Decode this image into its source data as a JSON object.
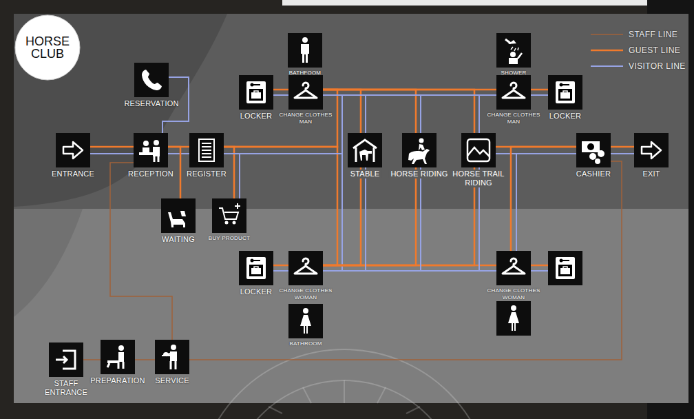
{
  "diagram": {
    "nodes": [
      {
        "text": [
          "HORSE CLUB"
        ]
      },
      {
        "text": [
          "BATHFOOM"
        ]
      },
      {
        "text": [
          "SHOWER"
        ]
      },
      {
        "text": [
          "RESERVATION"
        ]
      },
      {
        "text": [
          "LOCKER"
        ]
      },
      {
        "text": [
          "CHANGE CLOTHES MAN"
        ]
      },
      {
        "text": [
          "CHANGE CLOTHES MAN"
        ]
      },
      {
        "text": [
          "LOCKER"
        ]
      },
      {
        "text": [
          "ENTRANCE"
        ]
      },
      {
        "text": [
          "RECEPTION"
        ]
      },
      {
        "text": [
          "REGISTER"
        ]
      },
      {
        "text": [
          "STABLE"
        ]
      },
      {
        "text": [
          "HORSE RIDING"
        ]
      },
      {
        "text": [
          "HORSE TRAIL RIDING"
        ]
      },
      {
        "text": [
          "CASHIER"
        ]
      },
      {
        "text": [
          "EXIT"
        ]
      },
      {
        "text": [
          "WAITING"
        ]
      },
      {
        "text": [
          "BUY PRODUCT"
        ]
      },
      {
        "text": [
          "LOCKER"
        ]
      },
      {
        "text": [
          "CHANGE CLOTHES WOMAN"
        ]
      },
      {
        "text": [
          "CHANGE CLOTHES WOMAN"
        ]
      },
      {
        "text": [
          "BATHROOM"
        ]
      },
      {
        "text": [
          "STAFF ENTRANCE"
        ]
      },
      {
        "text": [
          "PREPARATION"
        ]
      },
      {
        "text": [
          "SERVICE"
        ]
      }
    ],
    "edges": [
      {
        "from": 8,
        "to": 9,
        "arrow": "none"
      },
      {
        "from": 8,
        "to": 9,
        "arrow": "none"
      },
      {
        "from": 3,
        "to": 9,
        "arrow": "none"
      },
      {
        "from": 9,
        "to": 10,
        "arrow": "none"
      },
      {
        "from": 9,
        "to": 10,
        "arrow": "none"
      },
      {
        "from": 9,
        "to": 16,
        "arrow": "none"
      },
      {
        "from": 10,
        "to": 17,
        "arrow": "none"
      },
      {
        "from": 10,
        "to": 17,
        "arrow": "none"
      },
      {
        "from": 10,
        "to": 5,
        "arrow": "none"
      },
      {
        "from": 10,
        "to": 5,
        "arrow": "none"
      },
      {
        "from": 10,
        "to": 19,
        "arrow": "none"
      },
      {
        "from": 10,
        "to": 19,
        "arrow": "none"
      },
      {
        "from": 5,
        "to": 4,
        "arrow": "none"
      },
      {
        "from": 5,
        "to": 4,
        "arrow": "none"
      },
      {
        "from": 19,
        "to": 18,
        "arrow": "none"
      },
      {
        "from": 19,
        "to": 18,
        "arrow": "none"
      },
      {
        "from": 5,
        "to": 11,
        "arrow": "none"
      },
      {
        "from": 5,
        "to": 12,
        "arrow": "none"
      },
      {
        "from": 5,
        "to": 13,
        "arrow": "none"
      },
      {
        "from": 5,
        "to": 6,
        "arrow": "none"
      },
      {
        "from": 5,
        "to": 11,
        "arrow": "none"
      },
      {
        "from": 5,
        "to": 12,
        "arrow": "none"
      },
      {
        "from": 5,
        "to": 13,
        "arrow": "none"
      },
      {
        "from": 5,
        "to": 6,
        "arrow": "none"
      },
      {
        "from": 19,
        "to": 11,
        "arrow": "none"
      },
      {
        "from": 19,
        "to": 12,
        "arrow": "none"
      },
      {
        "from": 19,
        "to": 13,
        "arrow": "none"
      },
      {
        "from": 19,
        "to": 20,
        "arrow": "none"
      },
      {
        "from": 19,
        "to": 11,
        "arrow": "none"
      },
      {
        "from": 19,
        "to": 12,
        "arrow": "none"
      },
      {
        "from": 19,
        "to": 13,
        "arrow": "none"
      },
      {
        "from": 19,
        "to": 20,
        "arrow": "none"
      },
      {
        "from": 6,
        "to": 7,
        "arrow": "none"
      },
      {
        "from": 6,
        "to": 7,
        "arrow": "none"
      },
      {
        "from": 13,
        "to": 14,
        "arrow": "none"
      },
      {
        "from": 13,
        "to": 14,
        "arrow": "none"
      },
      {
        "from": 20,
        "to": 14,
        "arrow": "none"
      },
      {
        "from": 20,
        "to": 14,
        "arrow": "none"
      },
      {
        "from": 14,
        "to": 15,
        "arrow": "none"
      },
      {
        "from": 14,
        "to": 15,
        "arrow": "none"
      },
      {
        "from": 22,
        "to": 23,
        "arrow": "none"
      },
      {
        "from": 23,
        "to": 24,
        "arrow": "none"
      },
      {
        "from": 9,
        "to": 24,
        "arrow": "none"
      },
      {
        "from": 24,
        "to": 14,
        "arrow": "none"
      }
    ],
    "legend": [
      {
        "text": "STAFF LINE"
      },
      {
        "text": "GUEST LINE"
      },
      {
        "text": "VISITOR LINE"
      }
    ]
  }
}
